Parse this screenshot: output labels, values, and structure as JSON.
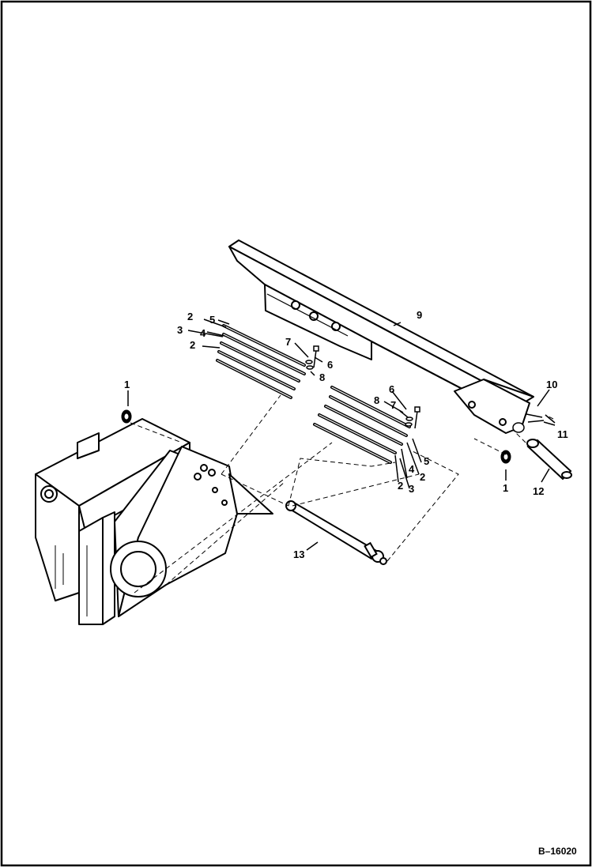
{
  "diagram": {
    "labels": {
      "l1a": "1",
      "l1b": "1",
      "l2a": "2",
      "l2b": "2",
      "l2c": "2",
      "l2d": "2",
      "l3a": "3",
      "l3b": "3",
      "l4a": "4",
      "l4b": "4",
      "l5a": "5",
      "l5b": "5",
      "l6a": "6",
      "l6b": "6",
      "l7a": "7",
      "l7b": "7",
      "l8a": "8",
      "l8b": "8",
      "l9": "9",
      "l10": "10",
      "l11": "11",
      "l12": "12",
      "l13": "13"
    },
    "doc_number": "B–16020"
  }
}
